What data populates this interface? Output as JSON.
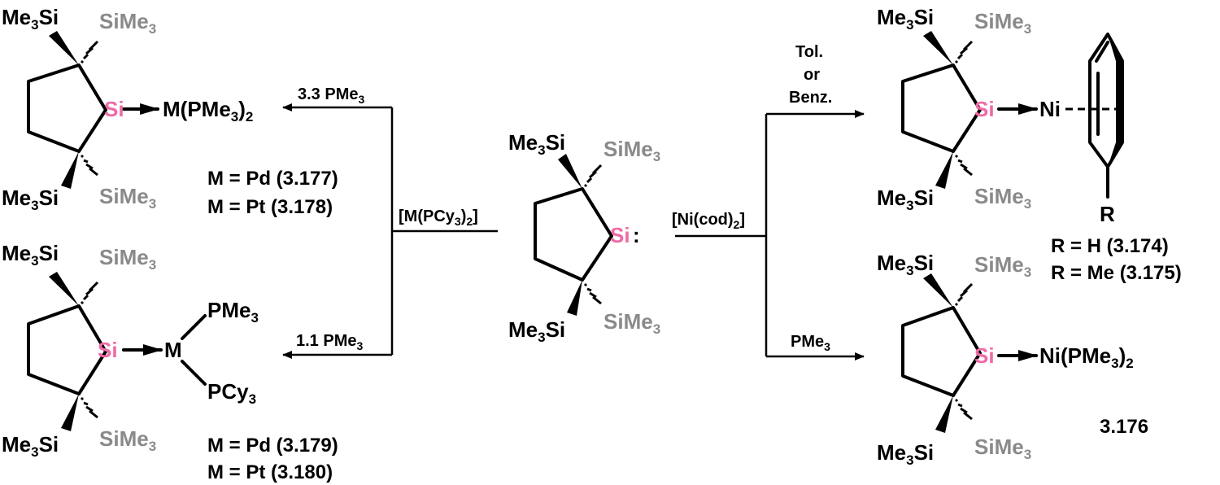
{
  "colors": {
    "silicon": "#f06aa6",
    "trimethylsilyl_gray": "#8a8a8a",
    "text": "#000000"
  },
  "atoms": {
    "si": "Si",
    "me3si": "Me",
    "sime3": "SiMe",
    "sub3": "3",
    "sub2": "2"
  },
  "center": {
    "carbene_colon": ":"
  },
  "reagents": {
    "pd_pt": "[M(PCy",
    "pd_pt_tail": ")",
    "pd_pt_sub3": "3",
    "pd_pt_sub2": "2",
    "pd_pt_close": "]",
    "ni": "[Ni(cod)",
    "ni_sub2": "2",
    "ni_close": "]",
    "pme3_33": "3.3 PMe",
    "pme3_11": "1.1 PMe",
    "pme3": "PMe",
    "tol": "Tol.",
    "or": "or",
    "benz": "Benz."
  },
  "products": {
    "m_pme3_2": "M(PMe",
    "m_pme3_2_tail": ")",
    "m_alone": "M",
    "pme3_ligand": "PMe",
    "pcy3_ligand": "PCy",
    "ni_arene": "Ni",
    "r_group": "R",
    "ni_pme3_2": "Ni(PMe"
  },
  "labels": {
    "pd_3177": "M = Pd (3.177)",
    "pt_3178": "M = Pt (3.178)",
    "pd_3179": "M = Pd (3.179)",
    "pt_3180": "M = Pt (3.180)",
    "h_3174": "R = H (3.174)",
    "me_3175": "R = Me (3.175)",
    "n_3176": "3.176"
  }
}
